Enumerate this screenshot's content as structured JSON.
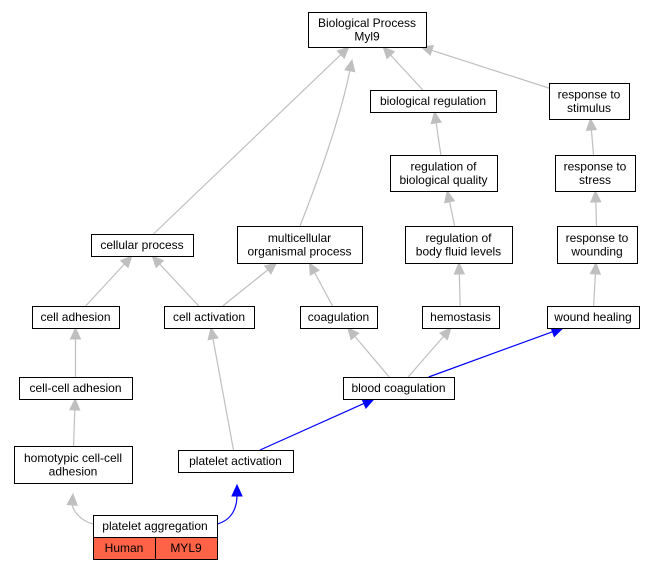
{
  "nodes": {
    "bp_myl9": [
      "Biological Process",
      "Myl9"
    ],
    "biological_regulation": [
      "biological regulation"
    ],
    "response_to_stimulus": [
      "response to",
      "stimulus"
    ],
    "regulation_biological_quality": [
      "regulation of",
      "biological quality"
    ],
    "response_to_stress": [
      "response to",
      "stress"
    ],
    "cellular_process": [
      "cellular process"
    ],
    "multicellular_organismal_process": [
      "multicellular",
      "organismal process"
    ],
    "regulation_body_fluid_levels": [
      "regulation of",
      "body fluid levels"
    ],
    "response_to_wounding": [
      "response to",
      "wounding"
    ],
    "cell_adhesion": [
      "cell adhesion"
    ],
    "cell_activation": [
      "cell activation"
    ],
    "coagulation": [
      "coagulation"
    ],
    "hemostasis": [
      "hemostasis"
    ],
    "wound_healing": [
      "wound healing"
    ],
    "cell_cell_adhesion": [
      "cell-cell adhesion"
    ],
    "blood_coagulation": [
      "blood coagulation"
    ],
    "homotypic_cell_cell_adhesion": [
      "homotypic cell-cell",
      "adhesion"
    ],
    "platelet_activation": [
      "platelet activation"
    ],
    "platelet_aggregation": [
      "platelet aggregation"
    ]
  },
  "annotation": {
    "species": "Human",
    "gene": "MYL9",
    "color": "#ff6347"
  },
  "edges": [
    {
      "from": "biological_regulation",
      "to": "bp_myl9",
      "color": "gray"
    },
    {
      "from": "response_to_stimulus",
      "to": "bp_myl9",
      "color": "gray"
    },
    {
      "from": "cellular_process",
      "to": "bp_myl9",
      "color": "gray"
    },
    {
      "from": "multicellular_organismal_process",
      "to": "bp_myl9",
      "color": "gray"
    },
    {
      "from": "regulation_biological_quality",
      "to": "biological_regulation",
      "color": "gray"
    },
    {
      "from": "response_to_stress",
      "to": "response_to_stimulus",
      "color": "gray"
    },
    {
      "from": "regulation_body_fluid_levels",
      "to": "regulation_biological_quality",
      "color": "gray"
    },
    {
      "from": "response_to_wounding",
      "to": "response_to_stress",
      "color": "gray"
    },
    {
      "from": "cell_adhesion",
      "to": "cellular_process",
      "color": "gray"
    },
    {
      "from": "cell_activation",
      "to": "cellular_process",
      "color": "gray"
    },
    {
      "from": "cell_activation",
      "to": "multicellular_organismal_process",
      "color": "gray"
    },
    {
      "from": "coagulation",
      "to": "multicellular_organismal_process",
      "color": "gray"
    },
    {
      "from": "hemostasis",
      "to": "regulation_body_fluid_levels",
      "color": "gray"
    },
    {
      "from": "wound_healing",
      "to": "response_to_wounding",
      "color": "gray"
    },
    {
      "from": "cell_cell_adhesion",
      "to": "cell_adhesion",
      "color": "gray"
    },
    {
      "from": "blood_coagulation",
      "to": "coagulation",
      "color": "gray"
    },
    {
      "from": "blood_coagulation",
      "to": "hemostasis",
      "color": "gray"
    },
    {
      "from": "blood_coagulation",
      "to": "wound_healing",
      "color": "blue"
    },
    {
      "from": "homotypic_cell_cell_adhesion",
      "to": "cell_cell_adhesion",
      "color": "gray"
    },
    {
      "from": "platelet_activation",
      "to": "cell_activation",
      "color": "gray"
    },
    {
      "from": "platelet_activation",
      "to": "blood_coagulation",
      "color": "blue"
    },
    {
      "from": "platelet_aggregation",
      "to": "homotypic_cell_cell_adhesion",
      "color": "gray"
    },
    {
      "from": "platelet_aggregation",
      "to": "platelet_activation",
      "color": "blue"
    }
  ]
}
